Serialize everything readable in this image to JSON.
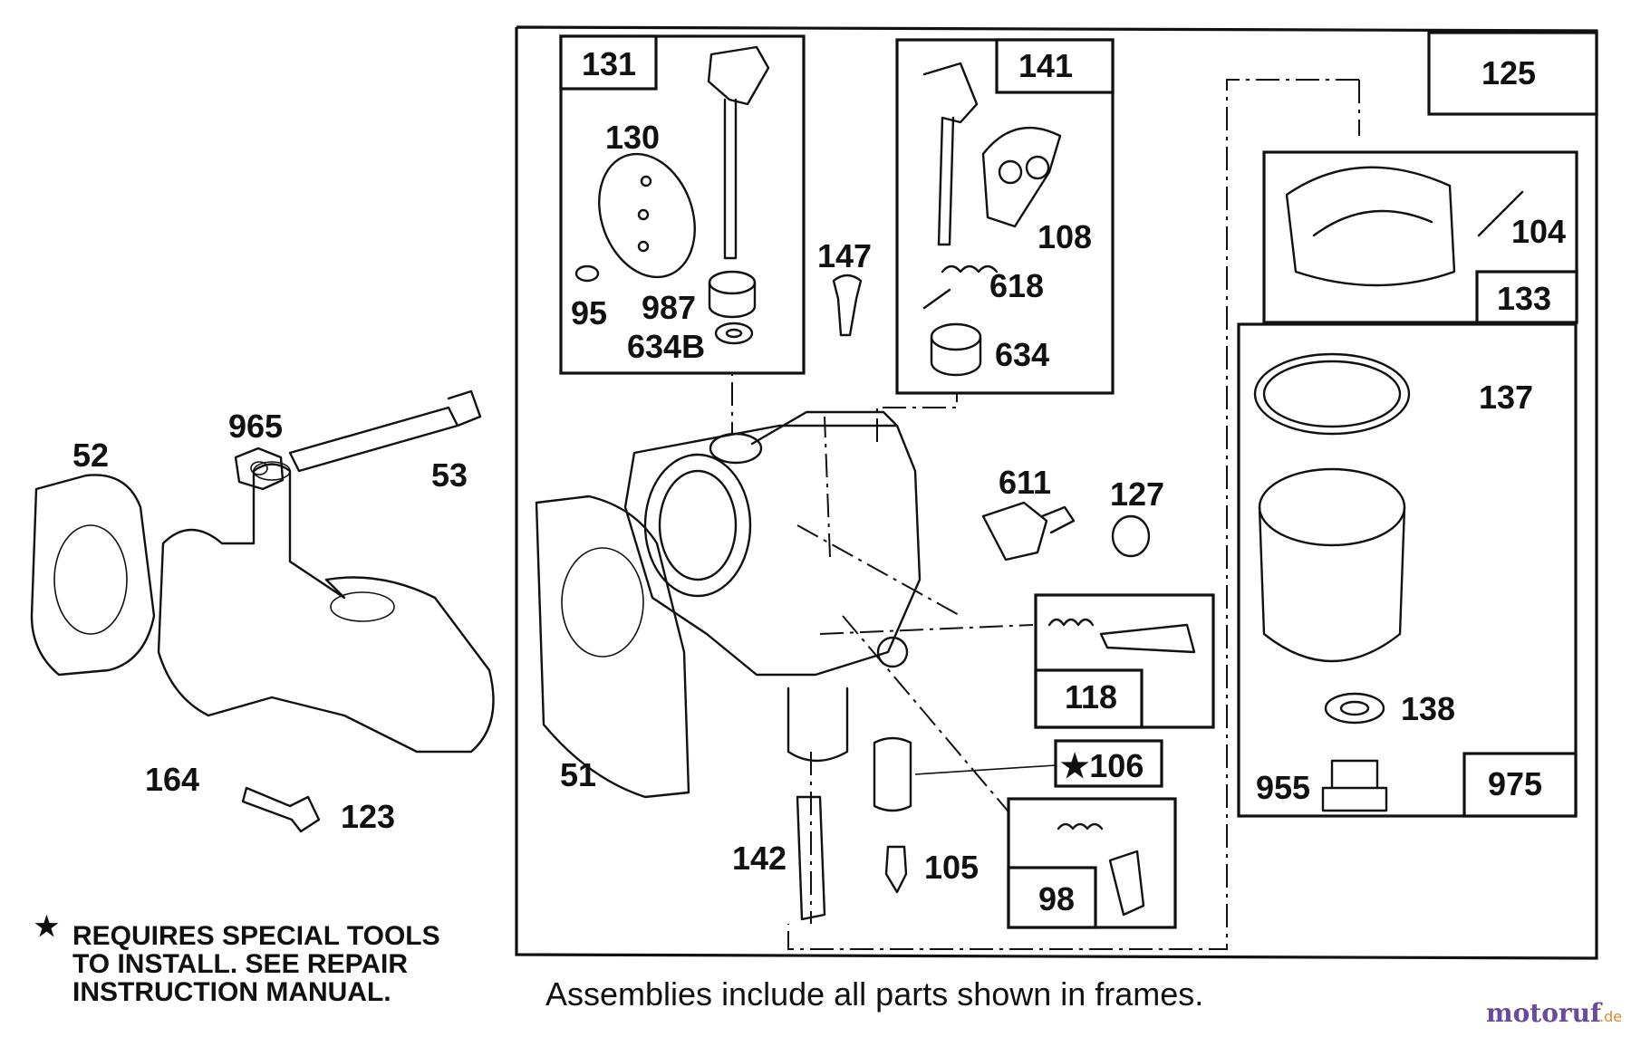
{
  "labels": {
    "p52": "52",
    "p965": "965",
    "p53": "53",
    "p164": "164",
    "p123": "123",
    "p51": "51",
    "p131": "131",
    "p130": "130",
    "p95": "95",
    "p987": "987",
    "p634b": "634B",
    "p147": "147",
    "p141": "141",
    "p108": "108",
    "p618": "618",
    "p634": "634",
    "p611": "611",
    "p127": "127",
    "p118": "118",
    "p106": "★106",
    "p142": "142",
    "p105": "105",
    "p98": "98",
    "p125": "125",
    "p104": "104",
    "p133": "133",
    "p137": "137",
    "p138": "138",
    "p955": "955",
    "p975": "975"
  },
  "note": {
    "star": "★",
    "line1": "REQUIRES SPECIAL TOOLS",
    "line2": "TO INSTALL.  SEE REPAIR",
    "line3": "INSTRUCTION MANUAL."
  },
  "caption": "Assemblies include all parts shown in frames.",
  "watermark": {
    "brand": "motoruf",
    "suffix": ".de"
  }
}
